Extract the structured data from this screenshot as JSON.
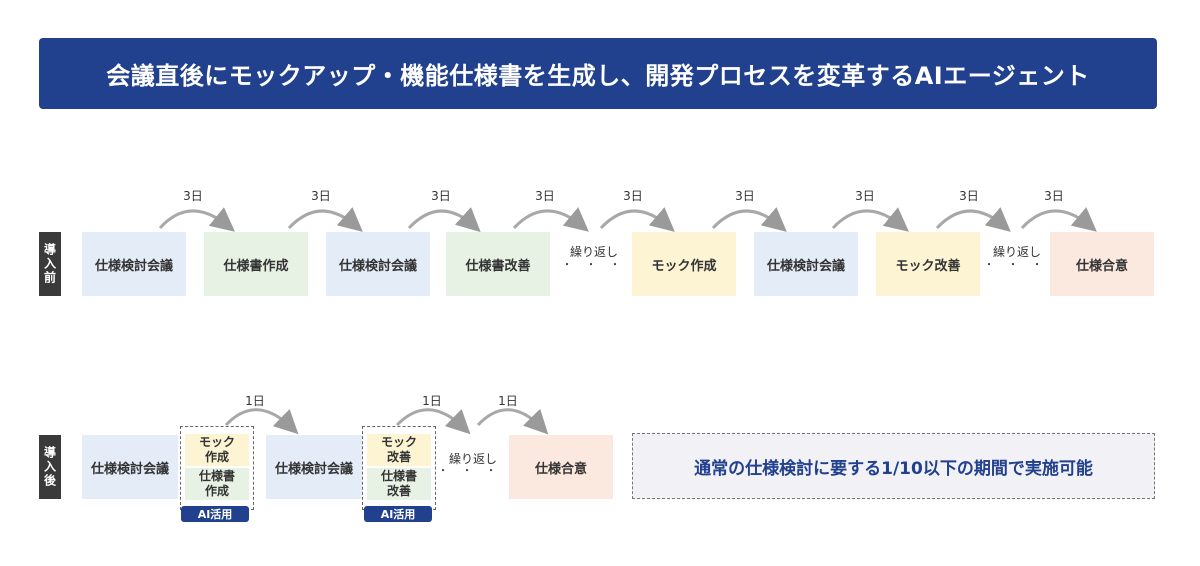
{
  "title": "会議直後にモックアップ・機能仕様書を生成し、開発プロセスを変革するAIエージェント",
  "before": {
    "label": "導入前",
    "steps": [
      "仕様検討会議",
      "仕様書作成",
      "仕様検討会議",
      "仕様書改善",
      "モック作成",
      "仕様検討会議",
      "モック改善",
      "仕様合意"
    ],
    "days": [
      "3日",
      "3日",
      "3日",
      "3日",
      "3日",
      "3日",
      "3日",
      "3日",
      "3日"
    ],
    "repeat": [
      "繰り返し",
      "繰り返し"
    ],
    "dots": [
      "・・・",
      "・・・"
    ]
  },
  "after": {
    "label": "導入後",
    "steps": [
      "仕様検討会議",
      "仕様検討会議",
      "仕様合意"
    ],
    "ai_group1": [
      "モック\n作成",
      "仕様書\n作成"
    ],
    "ai_group2": [
      "モック\n改善",
      "仕様書\n改善"
    ],
    "badge": "AI活用",
    "days": [
      "1日",
      "1日",
      "1日"
    ],
    "repeat": "繰り返し",
    "dots": "・・・",
    "note": "通常の仕様検討に要する1/10以下の期間で実施可能"
  },
  "colors": {
    "primary": "#21408e",
    "blue_box": "#e4ecf8",
    "green_box": "#e7f1e4",
    "yellow_box": "#fdf4d4",
    "pink_box": "#fbe8de"
  }
}
